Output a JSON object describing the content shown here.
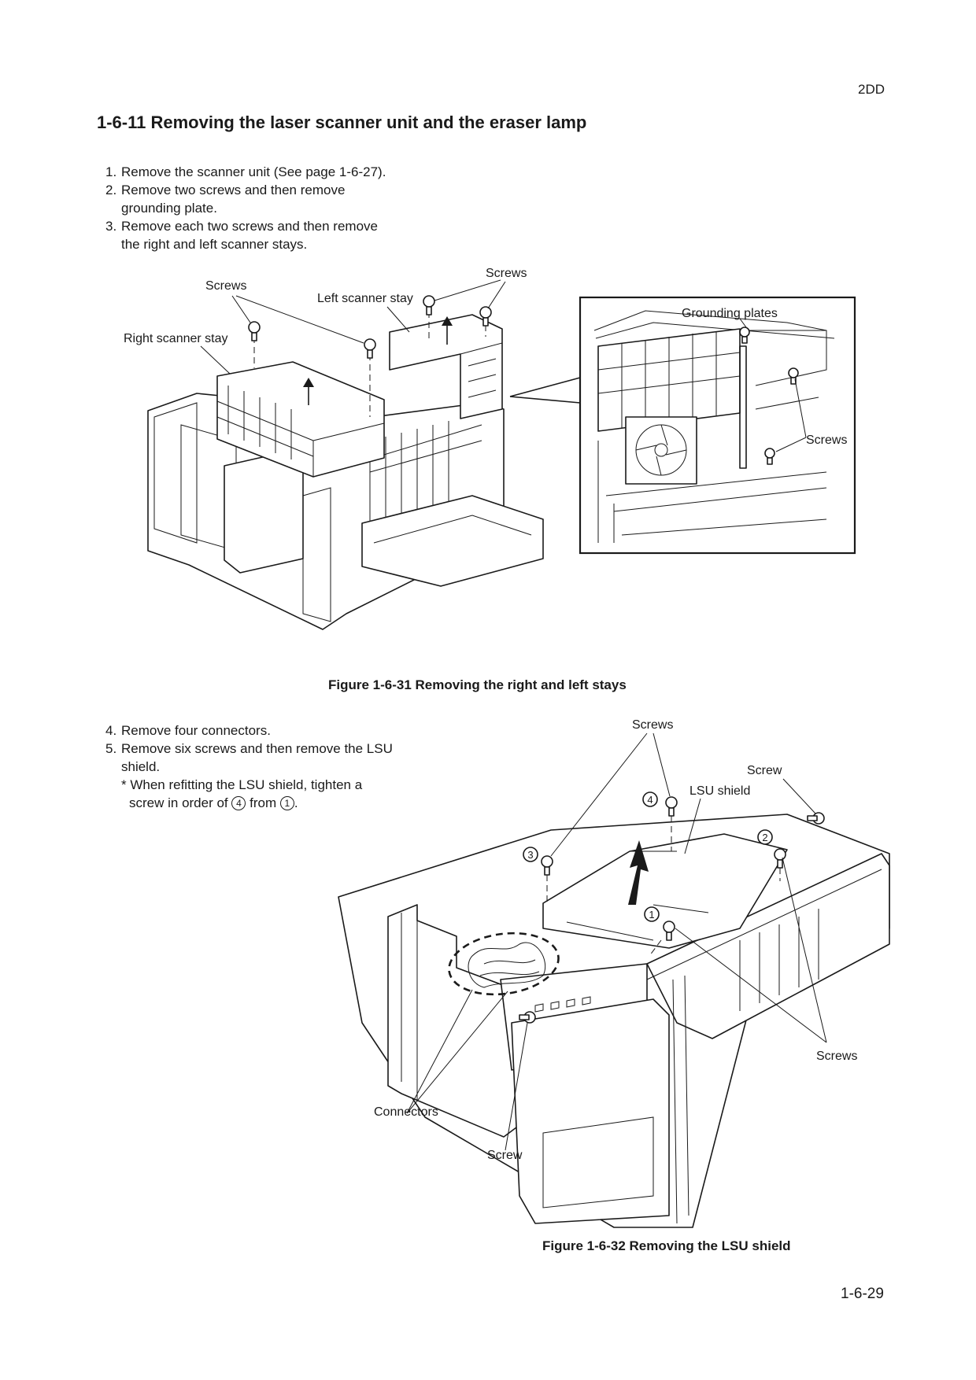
{
  "header": {
    "doc_code": "2DD"
  },
  "section": {
    "title": "1-6-11 Removing the laser scanner unit and the eraser lamp"
  },
  "steps_part1": [
    {
      "num": "1.",
      "text": "Remove the scanner unit (See page 1-6-27)."
    },
    {
      "num": "2.",
      "text": "Remove two screws and then remove",
      "cont": "grounding plate."
    },
    {
      "num": "3.",
      "text": "Remove each two screws and then remove",
      "cont": "the right and left scanner stays."
    }
  ],
  "figure1": {
    "labels": {
      "screws_left": "Screws",
      "screws_right": "Screws",
      "left_scanner_stay": "Left scanner stay",
      "right_scanner_stay": "Right scanner stay",
      "grounding_plates": "Grounding plates",
      "inset_screws": "Screws"
    },
    "caption": "Figure 1-6-31 Removing the right and left stays"
  },
  "steps_part2": [
    {
      "num": "4.",
      "text": "Remove four connectors."
    },
    {
      "num": "5.",
      "text": "Remove six screws and then remove the LSU",
      "cont": "shield."
    }
  ],
  "refit_note": {
    "prefix": "* When refitting the LSU shield, tighten a",
    "line2_start": "screw in order of",
    "from_circled": "4",
    "middle": "from",
    "to_circled": "1",
    "end": "."
  },
  "figure2": {
    "labels": {
      "screws_top": "Screws",
      "screw_top_right": "Screw",
      "lsu_shield": "LSU shield",
      "screws_right": "Screws",
      "connectors": "Connectors",
      "screw_bottom": "Screw"
    },
    "order_marks": [
      "1",
      "2",
      "3",
      "4"
    ],
    "caption": "Figure 1-6-32 Removing the LSU shield"
  },
  "footer": {
    "page_number": "1-6-29"
  }
}
